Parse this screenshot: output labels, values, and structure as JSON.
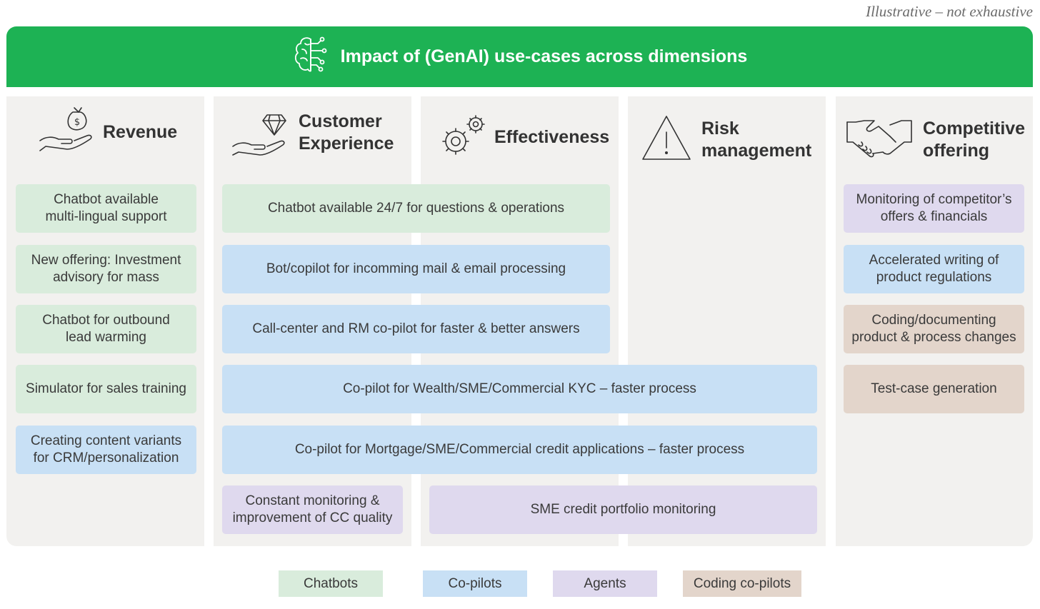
{
  "note": "Illustrative – not exhaustive",
  "header": {
    "title": "Impact of (GenAI) use-cases across dimensions",
    "icon": "brain-circuit-icon"
  },
  "columns": [
    {
      "title_lines": [
        "Revenue"
      ],
      "icon": "money-bag-hand-icon"
    },
    {
      "title_lines": [
        "Customer",
        "Experience"
      ],
      "icon": "diamond-hand-icon"
    },
    {
      "title_lines": [
        "Effectiveness"
      ],
      "icon": "gears-icon"
    },
    {
      "title_lines": [
        "Risk",
        "management"
      ],
      "icon": "warning-triangle-icon"
    },
    {
      "title_lines": [
        "Competitive",
        "offering"
      ],
      "icon": "handshake-icon"
    }
  ],
  "cards": {
    "revenue": [
      {
        "lines": [
          "Chatbot available",
          "multi-lingual support"
        ],
        "type": "chatbot"
      },
      {
        "lines": [
          "New offering: Investment",
          "advisory for mass"
        ],
        "type": "chatbot"
      },
      {
        "lines": [
          "Chatbot for outbound",
          "lead warming"
        ],
        "type": "chatbot"
      },
      {
        "lines": [
          "Simulator for sales training"
        ],
        "type": "chatbot"
      },
      {
        "lines": [
          "Creating content variants",
          "for CRM/personalization"
        ],
        "type": "copilot"
      }
    ],
    "shared": [
      {
        "lines": [
          "Chatbot available 24/7 for questions & operations"
        ],
        "type": "chatbot"
      },
      {
        "lines": [
          "Bot/copilot for incomming mail & email processing"
        ],
        "type": "copilot"
      },
      {
        "lines": [
          "Call-center and RM co-pilot for faster & better answers"
        ],
        "type": "copilot"
      },
      {
        "lines": [
          "Co-pilot for Wealth/SME/Commercial KYC – faster process"
        ],
        "type": "copilot"
      },
      {
        "lines": [
          "Co-pilot for Mortgage/SME/Commercial credit applications – faster process"
        ],
        "type": "copilot"
      },
      {
        "lines": [
          "Constant monitoring &",
          "improvement of CC quality"
        ],
        "type": "agent"
      },
      {
        "lines": [
          "SME credit portfolio monitoring"
        ],
        "type": "agent"
      }
    ],
    "competitive": [
      {
        "lines": [
          "Monitoring of competitor’s",
          "offers & financials"
        ],
        "type": "agent"
      },
      {
        "lines": [
          "Accelerated writing of",
          "product regulations"
        ],
        "type": "copilot"
      },
      {
        "lines": [
          "Coding/documenting",
          "product & process changes"
        ],
        "type": "coding"
      },
      {
        "lines": [
          "Test-case generation"
        ],
        "type": "coding"
      }
    ]
  },
  "legend": [
    {
      "label": "Chatbots",
      "color": "#d9ecdc"
    },
    {
      "label": "Co-pilots",
      "color": "#c8e0f5"
    },
    {
      "label": "Agents",
      "color": "#dfd9ee"
    },
    {
      "label": "Coding co-pilots",
      "color": "#e3d5cb"
    }
  ],
  "colors": {
    "banner": "#1db254",
    "column_bg": "#f2f1ef"
  }
}
